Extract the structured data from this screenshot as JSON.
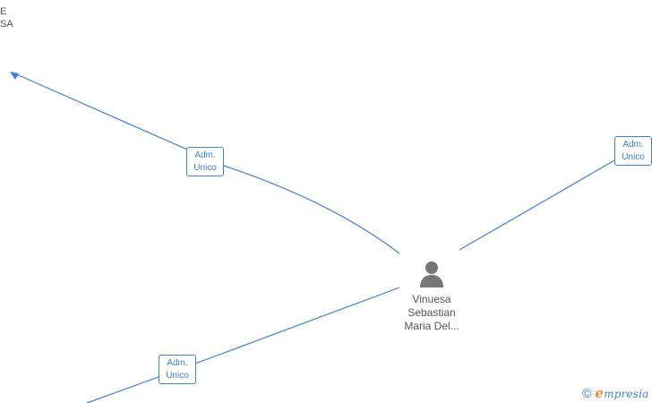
{
  "graph": {
    "accent_color": "#3f7fd4",
    "cut_label": {
      "line1": "E",
      "line2": "SA"
    },
    "center_person": {
      "icon": "person-icon",
      "name_line1": "Vinuesa",
      "name_line2": "Sebastian",
      "name_line3": "Maria Del..."
    },
    "role_labels": [
      {
        "line1": "Adm.",
        "line2": "Unico"
      },
      {
        "line1": "Adm.",
        "line2": "Unico"
      },
      {
        "line1": "Adm.",
        "line2": "Unico"
      }
    ]
  },
  "watermark": {
    "copyright_symbol": "©",
    "brand_first": "e",
    "brand_rest": "mpresia",
    "brand_color": "#3f7fd4",
    "brand_accent_color": "#f28c28"
  }
}
